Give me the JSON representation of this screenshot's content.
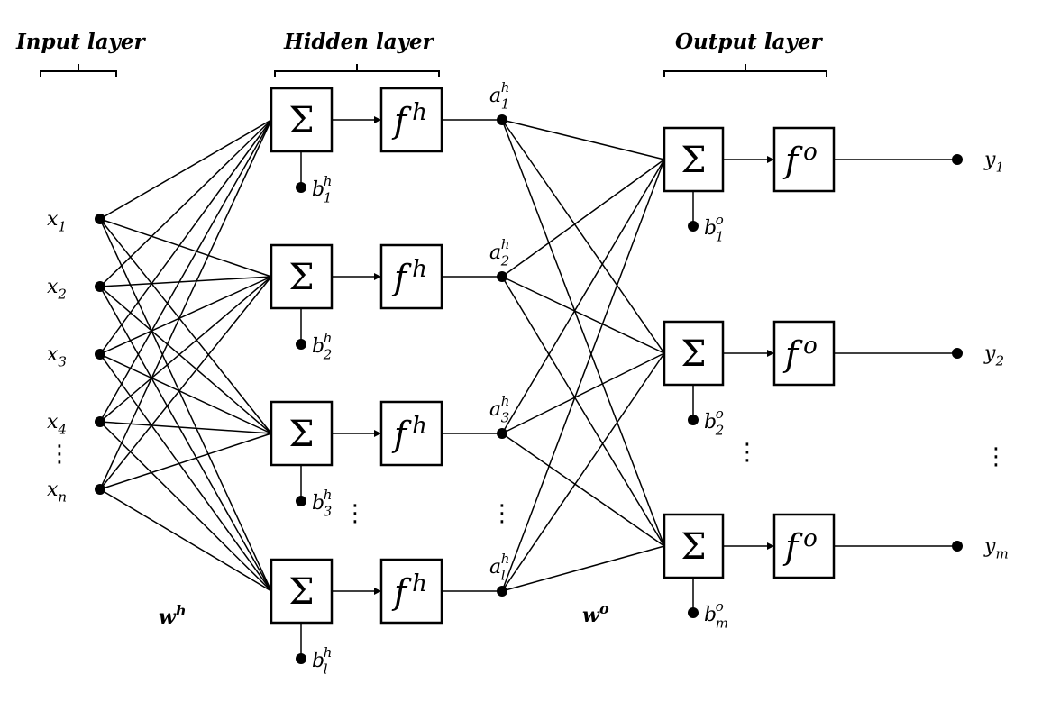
{
  "titles": {
    "input": "Input layer",
    "hidden": "Hidden layer",
    "output": "Output layer"
  },
  "weights": {
    "hidden": {
      "base": "w",
      "sup": "h"
    },
    "output": {
      "base": "w",
      "sup": "o"
    }
  },
  "symbols": {
    "sum": "Σ",
    "hidden_activation": {
      "base": "f",
      "sup": "h"
    },
    "output_activation": {
      "base": "f",
      "sup": "o"
    },
    "vdots": "⋮"
  },
  "inputs": [
    {
      "base": "x",
      "sub": "1"
    },
    {
      "base": "x",
      "sub": "2"
    },
    {
      "base": "x",
      "sub": "3"
    },
    {
      "base": "x",
      "sub": "4"
    },
    {
      "base": "x",
      "sub": "n"
    }
  ],
  "hidden_units": [
    {
      "bias": {
        "base": "b",
        "sub": "1",
        "sup": "h"
      },
      "activation": {
        "base": "a",
        "sub": "1",
        "sup": "h"
      }
    },
    {
      "bias": {
        "base": "b",
        "sub": "2",
        "sup": "h"
      },
      "activation": {
        "base": "a",
        "sub": "2",
        "sup": "h"
      }
    },
    {
      "bias": {
        "base": "b",
        "sub": "3",
        "sup": "h"
      },
      "activation": {
        "base": "a",
        "sub": "3",
        "sup": "h"
      }
    },
    {
      "bias": {
        "base": "b",
        "sub": "l",
        "sup": "h"
      },
      "activation": {
        "base": "a",
        "sub": "l",
        "sup": "h"
      }
    }
  ],
  "output_units": [
    {
      "bias": {
        "base": "b",
        "sub": "1",
        "sup": "o"
      },
      "output": {
        "base": "y",
        "sub": "1"
      }
    },
    {
      "bias": {
        "base": "b",
        "sub": "2",
        "sup": "o"
      },
      "output": {
        "base": "y",
        "sub": "2"
      }
    },
    {
      "bias": {
        "base": "b",
        "sub": "m",
        "sup": "o"
      },
      "output": {
        "base": "y",
        "sub": "m"
      }
    }
  ]
}
